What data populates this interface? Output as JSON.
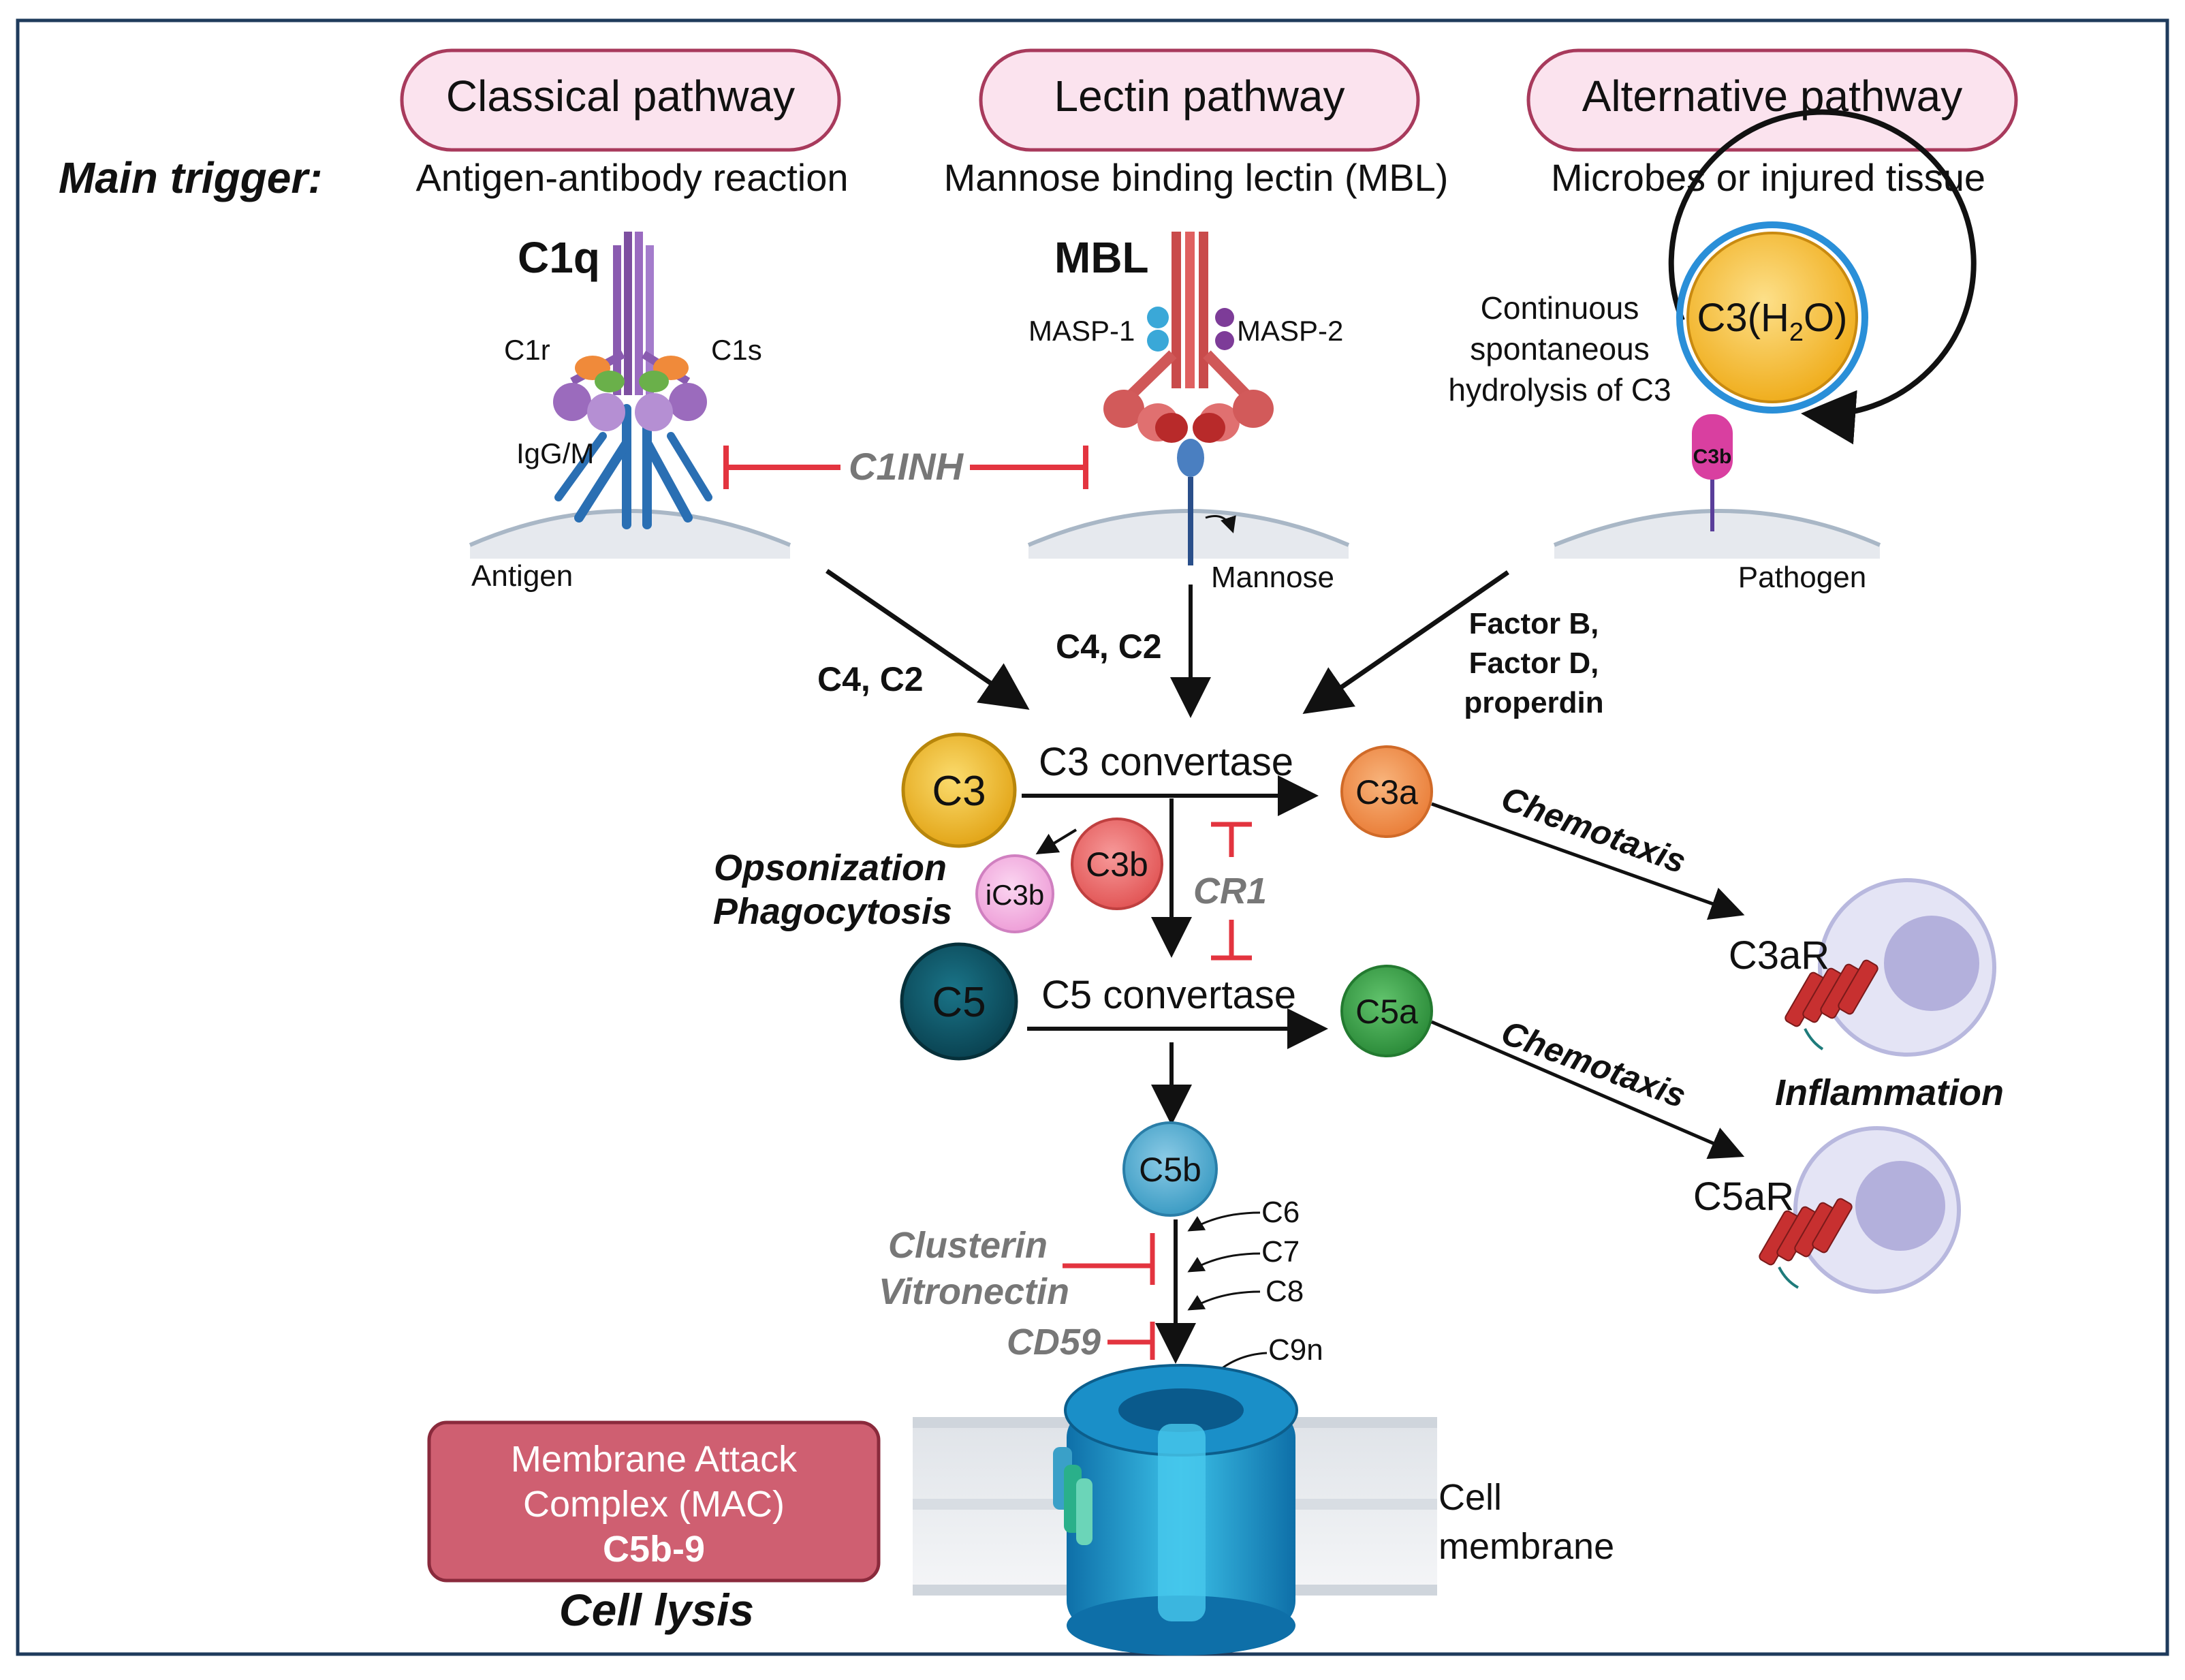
{
  "pathways": {
    "classical": {
      "title": "Classical pathway",
      "trigger": "Antigen-antibody reaction",
      "molecule": "C1q",
      "sub_left": "C1r",
      "sub_right": "C1s",
      "antibody": "IgG/M",
      "surface": "Antigen",
      "factors": "C4, C2"
    },
    "lectin": {
      "title": "Lectin pathway",
      "trigger": "Mannose binding lectin (MBL)",
      "molecule": "MBL",
      "sub_left": "MASP-1",
      "sub_right": "MASP-2",
      "surface": "Mannose",
      "factors": "C4, C2"
    },
    "alternative": {
      "title": "Alternative pathway",
      "trigger": "Microbes or injured tissue",
      "hydrolysis_line1": "Continuous",
      "hydrolysis_line2": "spontaneous",
      "hydrolysis_line3": "hydrolysis of C3",
      "c3h2o": "C3(H",
      "c3h2o_sub": "2",
      "c3h2o_end": "O)",
      "c3b_tag": "C3b",
      "surface": "Pathogen",
      "factor_line1": "Factor B,",
      "factor_line2": "Factor D,",
      "factor_line3": "properdin"
    }
  },
  "main_trigger_label": "Main trigger:",
  "inhibitors": {
    "c1inh": "C1INH",
    "cr1": "CR1",
    "clusterin": "Clusterin",
    "vitronectin": "Vitronectin",
    "cd59": "CD59"
  },
  "cascade": {
    "c3": "C3",
    "c3_convertase": "C3 convertase",
    "c3a": "C3a",
    "c3b": "C3b",
    "ic3b": "iC3b",
    "opsonization": "Opsonization",
    "phagocytosis": "Phagocytosis",
    "c5": "C5",
    "c5_convertase": "C5 convertase",
    "c5a": "C5a",
    "c5b": "C5b",
    "c6": "C6",
    "c7": "C7",
    "c8": "C8",
    "c9n": "C9n",
    "chemotaxis1": "Chemotaxis",
    "chemotaxis2": "Chemotaxis",
    "c3ar": "C3aR",
    "c5ar": "C5aR",
    "inflammation": "Inflammation"
  },
  "mac": {
    "line1": "Membrane Attack",
    "line2": "Complex (MAC)",
    "line3": "C5b-9",
    "outcome": "Cell lysis",
    "membrane_line1": "Cell",
    "membrane_line2": "membrane"
  },
  "colors": {
    "border": "#1f3b5c",
    "pill_fill": "#fbe3ee",
    "pill_stroke": "#a83a5c",
    "inhibitor": "#e3343f",
    "c3": "#f2c12e",
    "c3a": "#f39a55",
    "c3b": "#ef7373",
    "ic3b": "#f5b5e3",
    "c5": "#0e5566",
    "c5a": "#3aa64a",
    "c5b": "#5fb6d6",
    "mac_box": "#cf5f71"
  }
}
